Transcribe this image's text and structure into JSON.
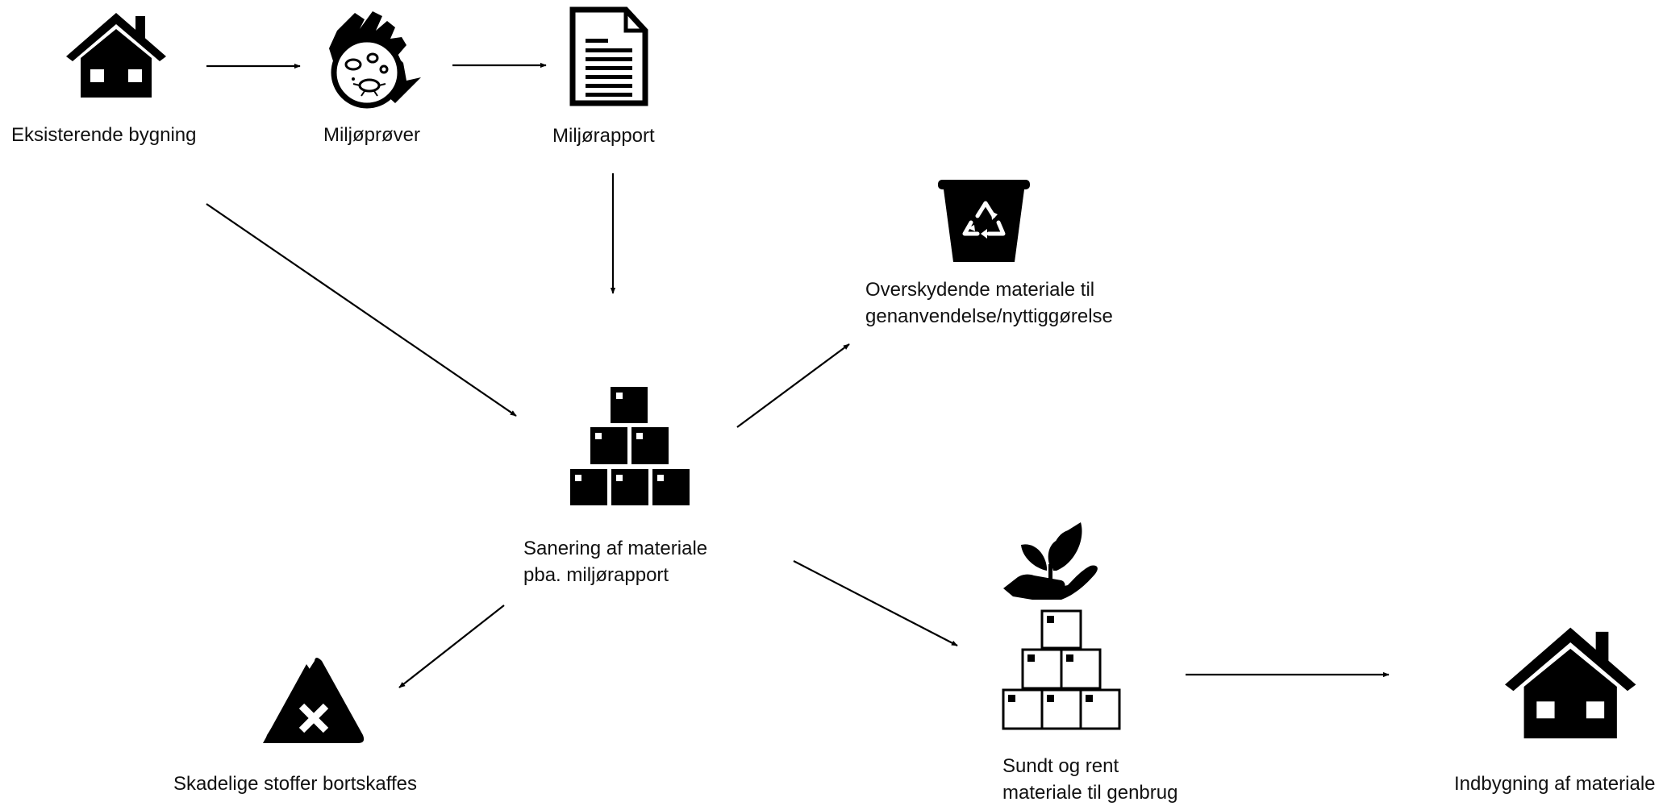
{
  "nodes": {
    "existing_building": {
      "label": "Eksisterende bygning",
      "icon": "house-icon"
    },
    "samples": {
      "label": "Miljøprøver",
      "icon": "gloved-hand-sample-icon"
    },
    "report": {
      "label": "Miljørapport",
      "icon": "document-icon"
    },
    "remediation": {
      "label_line1": "Sanering af materiale",
      "label_line2": "pba. miljørapport",
      "icon": "boxes-pyramid-icon"
    },
    "recycling": {
      "label_line1": "Overskydende materiale til",
      "label_line2": "genanvendelse/nyttiggørelse",
      "icon": "recycle-bin-icon"
    },
    "hazardous": {
      "label": "Skadelige stoffer bortskaffes",
      "icon": "hazard-x-icon"
    },
    "clean_material": {
      "label_line1": "Sundt og rent",
      "label_line2": "materiale til genbrug",
      "icon": "plant-hand-boxes-icon"
    },
    "incorporation": {
      "label": "Indbygning af materiale",
      "icon": "house-icon"
    }
  },
  "colors": {
    "ink": "#000000",
    "background": "#ffffff"
  }
}
